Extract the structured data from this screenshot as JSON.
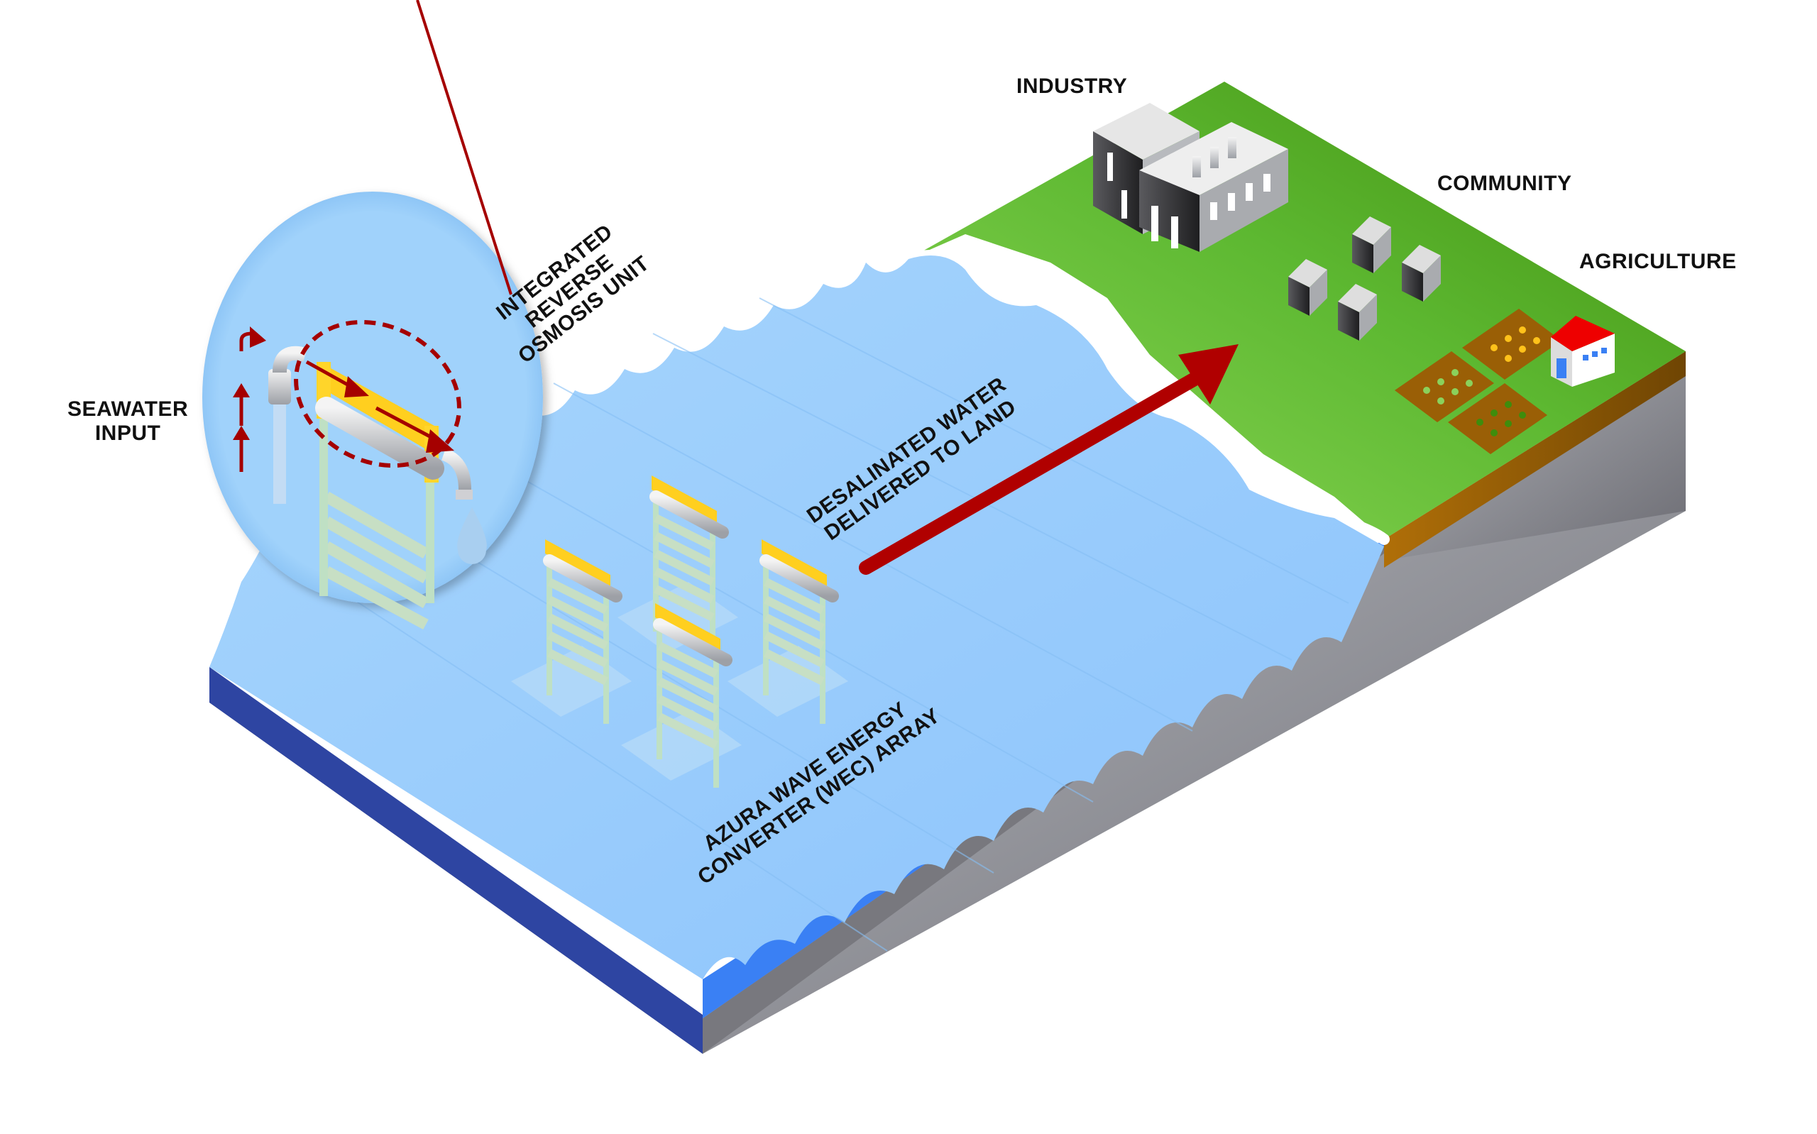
{
  "diagram": {
    "title": "Wave-powered desalination to land",
    "labels": {
      "seawater_input": [
        "SEAWATER",
        "INPUT"
      ],
      "ro_unit": [
        "INTEGRATED",
        "REVERSE",
        "OSMOSIS UNIT"
      ],
      "delivered": [
        "DESALINATED WATER",
        "DELIVERED TO LAND"
      ],
      "wec_array": [
        "AZURA WAVE ENERGY",
        "CONVERTER (WEC) ARRAY"
      ],
      "industry": "INDUSTRY",
      "community": "COMMUNITY",
      "agriculture": "AGRICULTURE"
    },
    "components": {
      "wec_units": 4,
      "houses": 4,
      "crop_fields": 3,
      "factory": 1,
      "farmhouse": 1
    },
    "colors": {
      "ocean_surface": "#9fd0fb",
      "ocean_side_dark": "#2e45a2",
      "ocean_side_bright": "#3a80f4",
      "seabed": "#66646a",
      "land": "#5db831",
      "land_dark": "#3f8c0c",
      "soil": "#8a5a05",
      "arrow": "#b00000",
      "wec_frame": "#ffcf1f",
      "roof_red": "#ee0000"
    }
  }
}
